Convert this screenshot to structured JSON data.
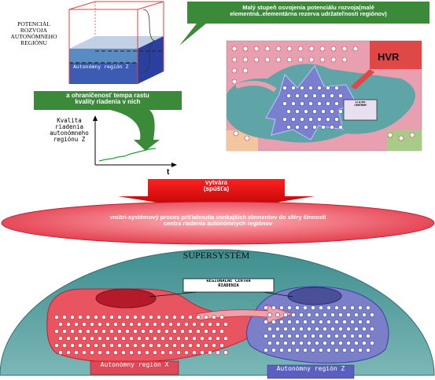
{
  "top_left": {
    "potential_label": "POTENCIÁL\nROZVOJA\nAUTONÓMNEHO\nREGIÓNU",
    "box_region_label": "Autonómny región Z",
    "green_label": "a ohraničenosť tempa rastu\nkvality riadenia v nich",
    "chart_ylabel": "Kvalita\nriadenia\nautonómneho\nregiónu Z",
    "chart_xlabel": "t"
  },
  "top_right": {
    "green_label": "Malý stupeň osvojenia potenciálu rozvoja(malé\nelementná..elementárna rezerva udržateľnosti regiónov)",
    "hvr_label": "HVR",
    "center_label": "ŠTÁTNE\nCENTRUM"
  },
  "middle": {
    "red_arrow_label": "vytvára\n(spúšťa)",
    "ellipse_label": "vnútri-systémový proces priťiahnutia vonkajších elementov do sféry činnosti\ncentra riadenia autonómnych regiónov"
  },
  "bottom": {
    "supersystem_label": "SUPERSYSTÉM",
    "centers_label": "REGIONÁLNE CENTRA\nRIADENIA",
    "region_x_label": "Autonómny región X",
    "region_z_label": "Autonómny región Z"
  },
  "colors": {
    "green_box": "#3a8a3a",
    "red_region": "#e8545f",
    "blue_region": "#7a7fc8",
    "teal": "#5fa5a8",
    "pink": "#e8a8b8"
  }
}
